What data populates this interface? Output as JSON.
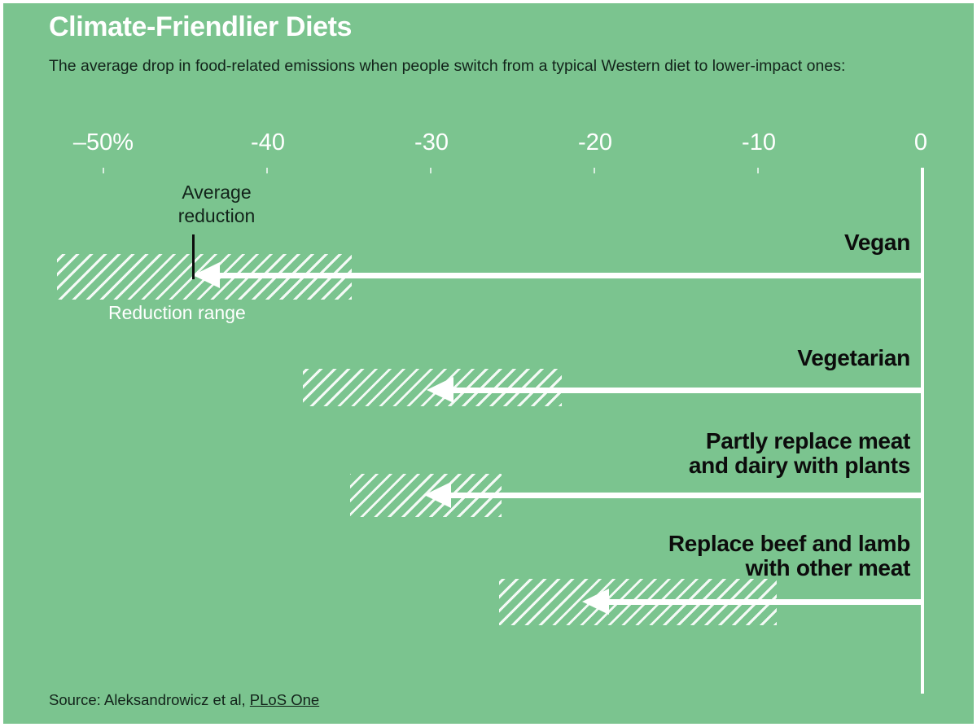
{
  "header": {
    "title": "Climate-Friendlier Diets",
    "subtitle": "The average drop in food-related emissions when people switch from a typical Western diet to lower-impact ones:"
  },
  "footer": {
    "source_prefix": "Source: Aleksandrowicz et al, ",
    "source_link": "PLoS One"
  },
  "annotations": {
    "average_reduction": "Average\nreduction",
    "reduction_range": "Reduction range"
  },
  "colors": {
    "background": "#7bc48f",
    "frame": "#ffffff",
    "bar": "#ffffff",
    "label_dark": "#0c0c0c",
    "tick_label": "#ffffff",
    "gridline": "#eaf6ee"
  },
  "chart_data": {
    "type": "bar",
    "title": "Climate-Friendlier Diets",
    "subtitle": "The average drop in food-related emissions when people switch from a typical Western diet to lower-impact ones:",
    "xlabel": "",
    "ylabel": "",
    "xlim": [
      -50,
      0
    ],
    "xticks": [
      -50,
      -40,
      -30,
      -20,
      -10,
      0
    ],
    "xtick_labels": [
      "–50%",
      "-40",
      "-30",
      "-20",
      "-10",
      "0"
    ],
    "grid": "vertical-dashed",
    "legend": "none",
    "units": "percent change in food-related emissions",
    "categories": [
      "Vegan",
      "Vegetarian",
      "Partly replace meat and dairy with plants",
      "Replace beef and lamb with other meat"
    ],
    "values": [
      -44.5,
      -30.2,
      -30.4,
      -20.7
    ],
    "series": [
      {
        "name": "Average reduction",
        "values": [
          -44.5,
          -30.2,
          -30.4,
          -20.7
        ]
      },
      {
        "name": "Reduction range",
        "ranges": [
          [
            -52.8,
            -34.8
          ],
          [
            -37.8,
            -22.0
          ],
          [
            -34.9,
            -25.6
          ],
          [
            -25.8,
            -8.8
          ]
        ]
      }
    ],
    "rows": [
      {
        "label": "Vegan",
        "average": -44.5,
        "range_low": -52.8,
        "range_high": -34.8
      },
      {
        "label": "Vegetarian",
        "average": -30.2,
        "range_low": -37.8,
        "range_high": -22.0
      },
      {
        "label": "Partly replace meat\nand dairy with plants",
        "average": -30.4,
        "range_low": -34.9,
        "range_high": -25.6
      },
      {
        "label": "Replace beef and lamb\nwith other meat",
        "average": -20.7,
        "range_low": -25.8,
        "range_high": -8.8
      }
    ]
  },
  "geometry": {
    "x_at_minus50": 127,
    "x_at_zero": 1131,
    "rows": [
      {
        "band_left": 70,
        "band_right": 432,
        "band_top": 312,
        "band_height": 56,
        "shaft_y": 335,
        "tip_x": 237,
        "label_top": 283
      },
      {
        "band_left": 372,
        "band_right": 690,
        "band_top": 453,
        "band_height": 46,
        "shaft_y": 476,
        "tip_x": 524,
        "label_top": 425
      },
      {
        "band_left": 430,
        "band_right": 616,
        "band_top": 582,
        "band_height": 53,
        "shaft_y": 605,
        "tip_x": 521,
        "label_top": 527
      },
      {
        "band_left": 613,
        "band_right": 954,
        "band_top": 711,
        "band_height": 57,
        "shaft_y": 736,
        "tip_x": 715,
        "label_top": 653
      }
    ]
  }
}
